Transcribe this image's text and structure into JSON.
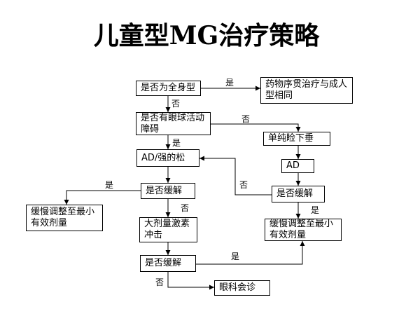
{
  "title": "儿童型MG治疗策略",
  "nodes": {
    "general": "是否为全身型",
    "drugs": "药物序贯治疗与成人型相同",
    "ocular": "是否有眼球活动障碍",
    "ptosis": "单纯睑下垂",
    "ad_right": "AD",
    "ad_strong": "AD/强的松",
    "remit_right": "是否缓解",
    "remit_left": "是否缓解",
    "slow_left": "缓慢调整至最小有效剂量",
    "slow_right": "缓慢调整至最小有效剂量",
    "pulse": "大剂量激素冲击",
    "remit_bottom": "是否缓解",
    "eye_consult": "眼科会诊"
  },
  "edge_labels": {
    "yes": "是",
    "no": "否"
  }
}
